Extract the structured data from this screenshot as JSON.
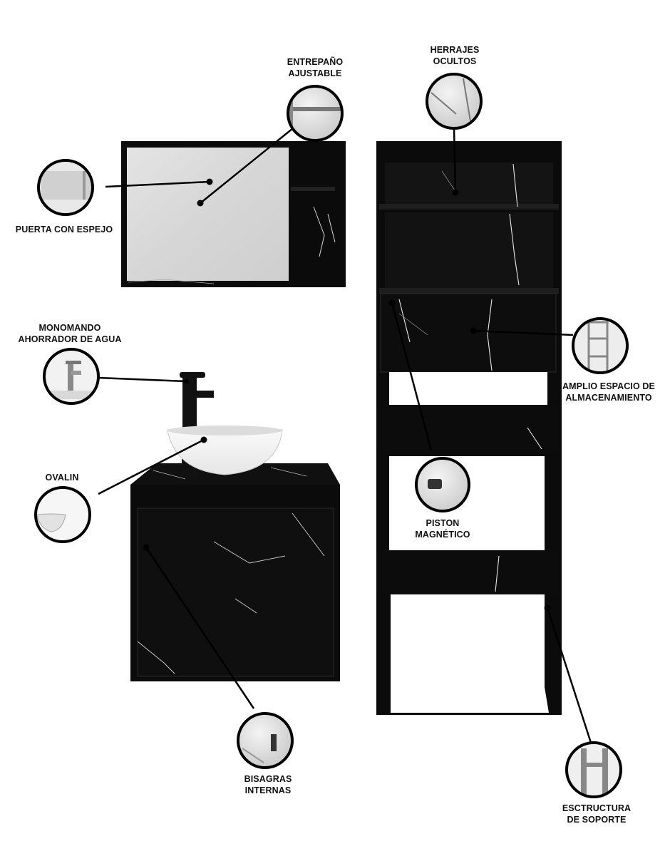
{
  "labels": {
    "entrepano": {
      "line1": "ENTREPAÑO",
      "line2": "AJUSTABLE"
    },
    "herrajes": {
      "line1": "HERRAJES",
      "line2": "OCULTOS"
    },
    "puerta": {
      "line1": "PUERTA CON ESPEJO"
    },
    "monomando": {
      "line1": "MONOMANDO",
      "line2": "AHORRADOR DE AGUA"
    },
    "amplio": {
      "line1": "AMPLIO ESPACIO DE",
      "line2": "ALMACENAMIENTO"
    },
    "ovalin": {
      "line1": "OVALIN"
    },
    "piston": {
      "line1": "PISTON",
      "line2": "MAGNÉTICO"
    },
    "bisagras": {
      "line1": "BISAGRAS",
      "line2": "INTERNAS"
    },
    "estructura": {
      "line1": "ESCTRUCTURA",
      "line2": "DE SOPORTE"
    }
  },
  "colors": {
    "cabinet": "#0b0b0b",
    "vein": "#e8e8e8",
    "mirror": "#dcdcdc",
    "line": "#000000",
    "text": "#111111"
  },
  "icons": [
    "shelf-detail-icon",
    "hardware-detail-icon",
    "mirror-door-icon",
    "faucet-icon",
    "storage-tower-icon",
    "basin-icon",
    "magnetic-piston-icon",
    "hinge-icon",
    "support-structure-icon"
  ]
}
